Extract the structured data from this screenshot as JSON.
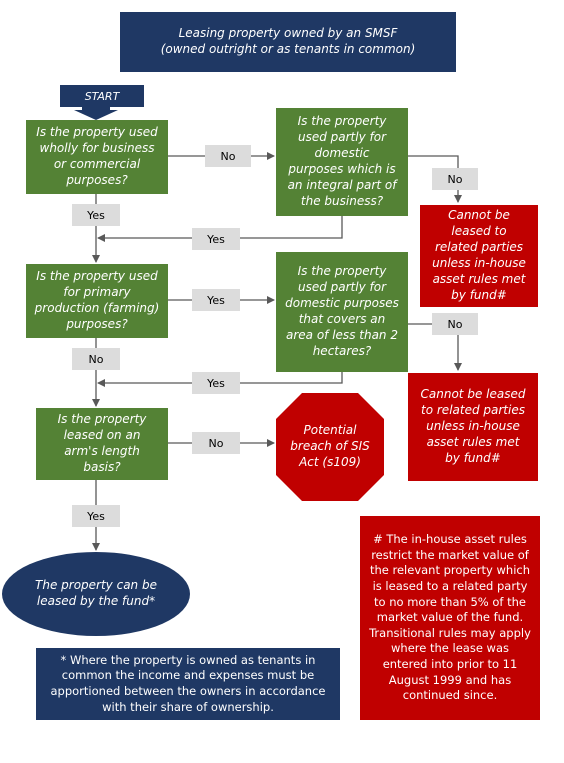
{
  "title": {
    "line1": "Leasing property owned by an SMSF",
    "line2": "(owned outright or as tenants in common)"
  },
  "start_label": "START",
  "decisions": {
    "q1": "Is the property used wholly for business or commercial purposes?",
    "q2": "Is the property used partly for domestic purposes which is an integral part of the business?",
    "q3": "Is the property used for primary production (farming) purposes?",
    "q4": "Is the property used partly for domestic purposes that covers an area of less than 2 hectares?",
    "q5": "Is the property leased on an arm's length basis?"
  },
  "outcomes": {
    "cannot1": "Cannot be leased to related parties unless in-house asset rules met by fund#",
    "cannot2": "Cannot be leased to related parties unless in-house asset rules met by fund#",
    "breach": "Potential breach of SIS Act (s109)",
    "can_lease": "The property can be leased by the fund*"
  },
  "edge_labels": {
    "q1_no": "No",
    "q2_no": "No",
    "q1_yes": "Yes",
    "q2_yes": "Yes",
    "q3_yes": "Yes",
    "q3_no": "No",
    "q4_no": "No",
    "q4_yes": "Yes",
    "q5_no": "No",
    "q5_yes": "Yes"
  },
  "notes": {
    "tenants": "* Where the property is owned as tenants in common the income and expenses must be apportioned between the owners in accordance with their share of ownership.",
    "inhouse": "#  The in-house asset rules restrict the market value of the relevant property which is leased to a related party to no more than 5% of the market value of the fund. Transitional rules may apply where the lease was entered into prior to 11 August 1999 and has continued since."
  },
  "colors": {
    "navy": "#1f3864",
    "green": "#548235",
    "red": "#c00000",
    "label_bg": "#dcdcdc",
    "line": "#595959"
  }
}
